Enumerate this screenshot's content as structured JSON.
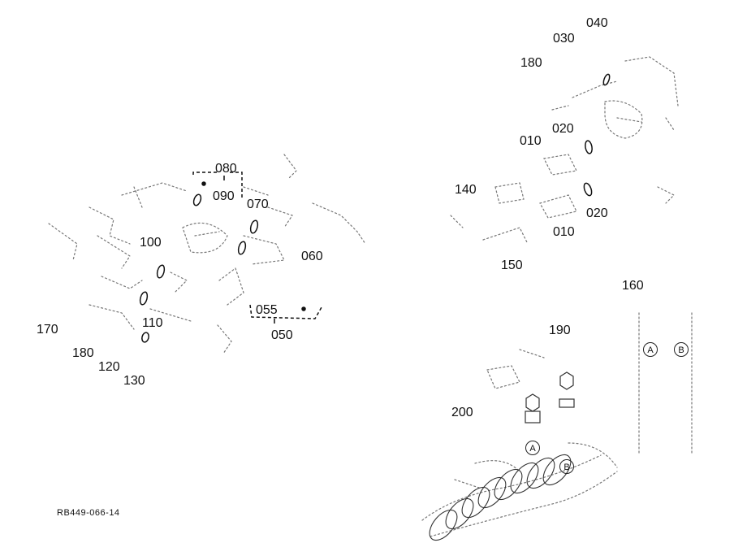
{
  "labels": {
    "l040": "040",
    "l030": "030",
    "l180a": "180",
    "l020a": "020",
    "l010a": "010",
    "l140": "140",
    "l020b": "020",
    "l010b": "010",
    "l150": "150",
    "l160": "160",
    "l190": "190",
    "l200": "200",
    "l080": "080",
    "l090": "090",
    "l070": "070",
    "l100": "100",
    "l060": "060",
    "l055": "055",
    "l050": "050",
    "l110": "110",
    "l170": "170",
    "l180b": "180",
    "l120": "120",
    "l130": "130"
  },
  "markers": {
    "a1": "A",
    "b1": "B",
    "a2": "A",
    "b2": "B"
  },
  "drawing_code": "RB449-066-14"
}
